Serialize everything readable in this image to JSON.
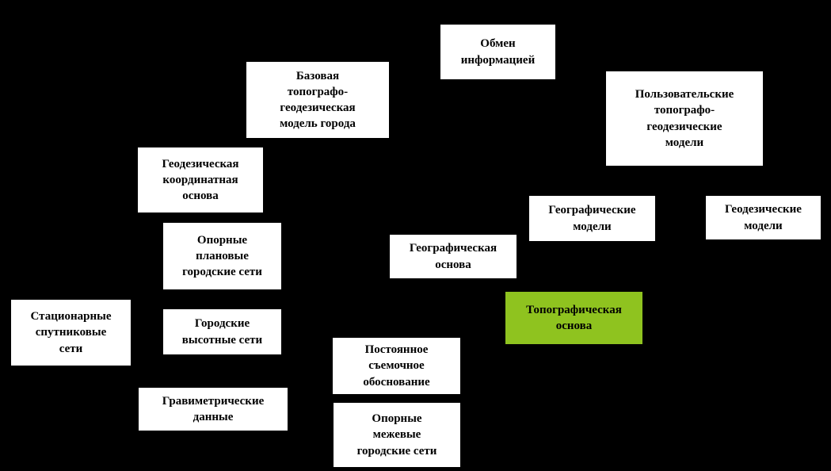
{
  "colors": {
    "background": "#000000",
    "node_background": "#ffffff",
    "node_text": "#000000",
    "highlight_node_background": "#8fc31f"
  },
  "diagram": {
    "nodes": [
      {
        "id": "information-exchange",
        "label": "Обмен\nинформацией",
        "highlight": false
      },
      {
        "id": "base-topo-geodetic-city-model",
        "label": "Базовая\nтопографо-\nгеодезическая\nмодель города",
        "highlight": false
      },
      {
        "id": "user-topo-geodetic-models",
        "label": "Пользовательские\nтопографо-\nгеодезические\nмодели",
        "highlight": false
      },
      {
        "id": "geodetic-coordinate-basis",
        "label": "Геодезическая\nкоординатная\nоснова",
        "highlight": false
      },
      {
        "id": "geographic-models",
        "label": "Географические\nмодели",
        "highlight": false
      },
      {
        "id": "geodetic-models",
        "label": "Геодезические\nмодели",
        "highlight": false
      },
      {
        "id": "reference-planned-city-networks",
        "label": "Опорные\nплановые\nгородские сети",
        "highlight": false
      },
      {
        "id": "geographic-basis",
        "label": "Географическая\nоснова",
        "highlight": false
      },
      {
        "id": "topographic-basis",
        "label": "Топографическая\nоснова",
        "highlight": true
      },
      {
        "id": "stationary-satellite-networks",
        "label": "Стационарные\nспутниковые\nсети",
        "highlight": false
      },
      {
        "id": "city-elevation-networks",
        "label": "Городские\nвысотные сети",
        "highlight": false
      },
      {
        "id": "permanent-survey-justification",
        "label": "Постоянное\nсъемочное\nобоснование",
        "highlight": false
      },
      {
        "id": "gravimetric-data",
        "label": "Гравиметрические\nданные",
        "highlight": false
      },
      {
        "id": "reference-boundary-city-networks",
        "label": "Опорные\nмежевые\nгородские сети",
        "highlight": false
      }
    ]
  }
}
